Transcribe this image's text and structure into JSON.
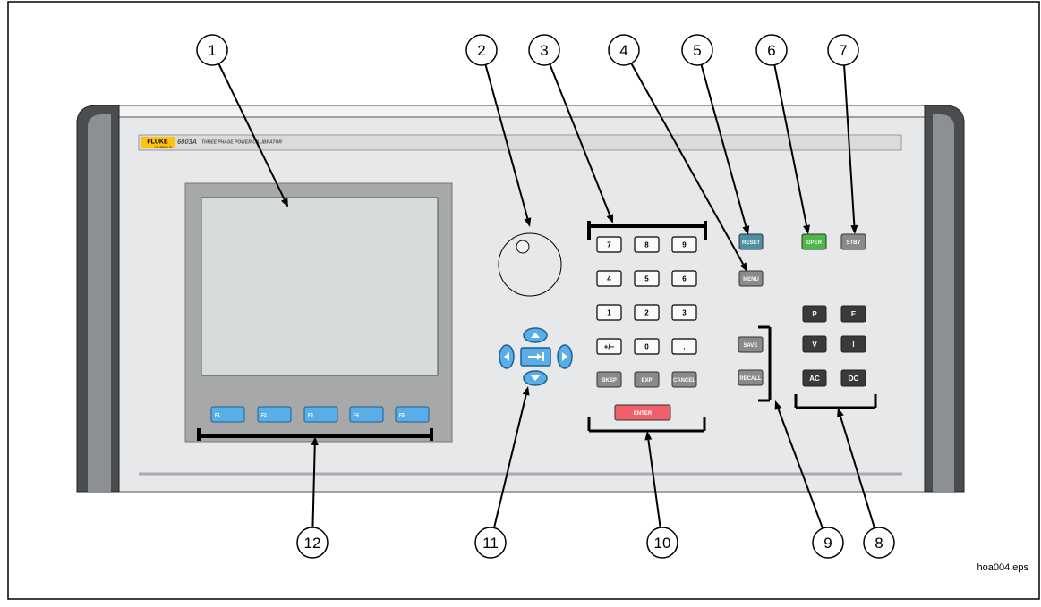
{
  "brand": {
    "logo_text": "FLUKE",
    "sub_text": "CALIBRATION",
    "model": "6003A",
    "description": "THREE PHASE POWER CALIBRATOR"
  },
  "softkeys": [
    "F1",
    "F2",
    "F3",
    "F4",
    "F5"
  ],
  "keypad": {
    "digits": [
      [
        "7",
        "8",
        "9"
      ],
      [
        "4",
        "5",
        "6"
      ],
      [
        "1",
        "2",
        "3"
      ],
      [
        "+/−",
        "0",
        "."
      ]
    ],
    "bksp": "BKSP",
    "exp": "EXP",
    "cancel": "CANCEL",
    "enter": "ENTER"
  },
  "function_keys": {
    "reset": "RESET",
    "menu": "MENU",
    "save": "SAVE",
    "recall": "RECALL",
    "oper": "OPER",
    "stby": "STBY",
    "p": "P",
    "e": "E",
    "v": "V",
    "i": "I",
    "ac": "AC",
    "dc": "DC"
  },
  "callouts": [
    "1",
    "2",
    "3",
    "4",
    "5",
    "6",
    "7",
    "8",
    "9",
    "10",
    "11",
    "12"
  ],
  "file_label": "hoa004.eps",
  "colors": {
    "panel": "#e6e8ea",
    "frame": "#a6a8aa",
    "screen": "#d6dbdb",
    "softkey": "#5aaee8",
    "reset": "#4d8fa3",
    "oper": "#4cb848",
    "dark_key": "#3a3a3a",
    "grey_key": "#8a8a8a",
    "enter": "#f0606a",
    "fluke_yellow": "#ffc20e"
  }
}
